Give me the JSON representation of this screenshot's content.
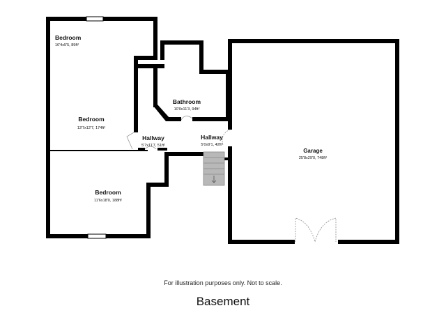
{
  "rooms": {
    "bedroom_upper": {
      "name": "Bedroom",
      "dims": "16'4x5'5, 89ft²"
    },
    "bedroom_middle": {
      "name": "Bedroom",
      "dims": "13'7x12'7, 174ft²"
    },
    "bedroom_lower": {
      "name": "Bedroom",
      "dims": "11'6x18'0, 188ft²"
    },
    "bathroom": {
      "name": "Bathroom",
      "dims": "10'0x11'3, 94ft²"
    },
    "hallway_left": {
      "name": "Hallway",
      "dims": "5'7x11'7, 51ft²"
    },
    "hallway_right": {
      "name": "Hallway",
      "dims": "5'0x9'1, 42ft²"
    },
    "garage": {
      "name": "Garage",
      "dims": "25'8x29'0, 748ft²"
    }
  },
  "disclaimer": "For illustration purposes only. Not to scale.",
  "floor_label": "Basement",
  "colors": {
    "wall": "#000000",
    "stairs": "#b8b8b8",
    "window": "#ffffff",
    "door": "#999999"
  },
  "icons": {
    "stairs_direction": "arrow-down-icon"
  }
}
